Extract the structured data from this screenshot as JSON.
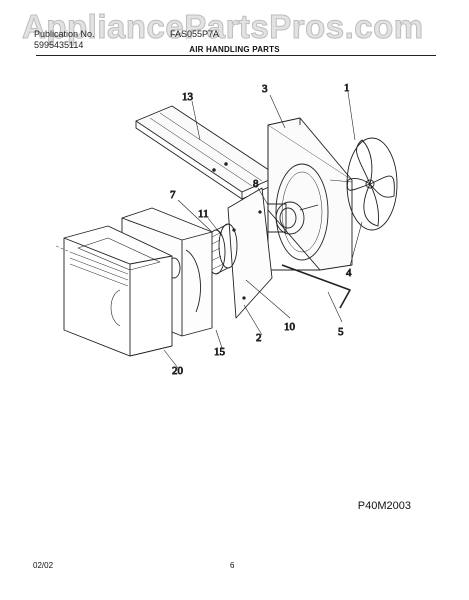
{
  "watermark": "AppliancePartsPros.com",
  "header": {
    "left_line1": "Publication No.",
    "left_line2": "5995435114",
    "model": "FAS055P7A",
    "title": "AIR HANDLING PARTS"
  },
  "callouts": [
    "13",
    "3",
    "1",
    "8",
    "7",
    "11",
    "4",
    "5",
    "10",
    "2",
    "15",
    "20"
  ],
  "diagram_code": "P40M2003",
  "footer": {
    "date": "02/02",
    "page": "6"
  }
}
